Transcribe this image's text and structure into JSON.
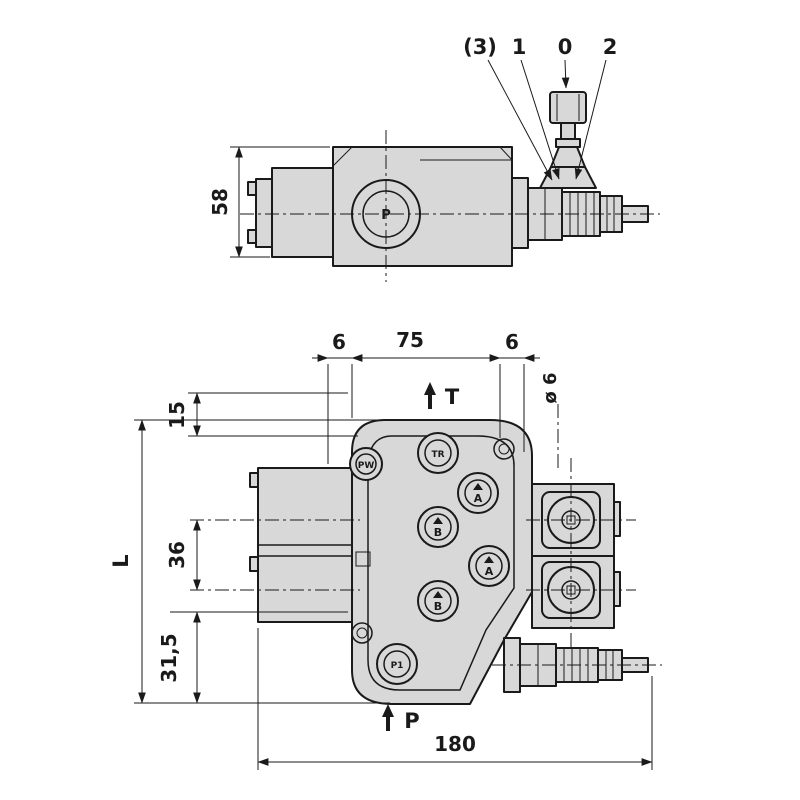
{
  "top": {
    "positions": [
      "(3)",
      "1",
      "0",
      "2"
    ],
    "height_dim": "58",
    "port": "P"
  },
  "front": {
    "width_left": "6",
    "width_mid": "75",
    "width_right": "6",
    "hole_dia": "ø 6",
    "dim_15": "15",
    "dim_36": "36",
    "dim_31_5": "31,5",
    "dim_length": "L",
    "dim_total": "180",
    "flow_top": "T",
    "flow_bottom": "P",
    "ports": [
      "PW",
      "TR",
      "A",
      "B",
      "A",
      "B",
      "P1"
    ]
  },
  "colors": {
    "body": "#d8d8d8",
    "line": "#1a1a1a"
  }
}
